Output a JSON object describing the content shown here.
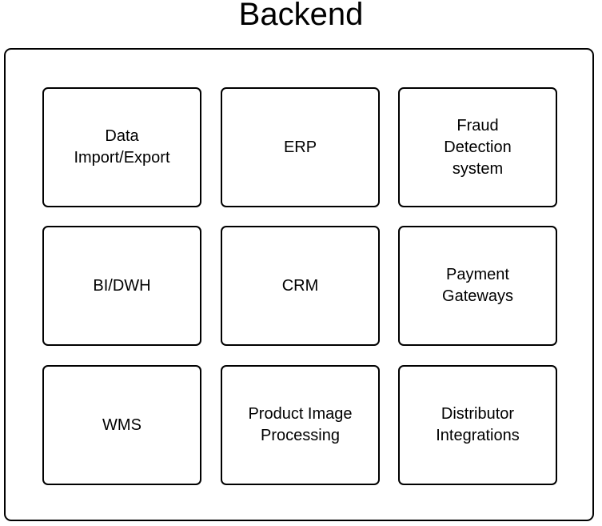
{
  "title": "Backend",
  "components": [
    {
      "label": "Data Import/Export"
    },
    {
      "label": "ERP"
    },
    {
      "label": "Fraud Detection system"
    },
    {
      "label": "BI/DWH"
    },
    {
      "label": "CRM"
    },
    {
      "label": "Payment Gateways"
    },
    {
      "label": "WMS"
    },
    {
      "label": "Product Image Processing"
    },
    {
      "label": "Distributor Integrations"
    }
  ]
}
